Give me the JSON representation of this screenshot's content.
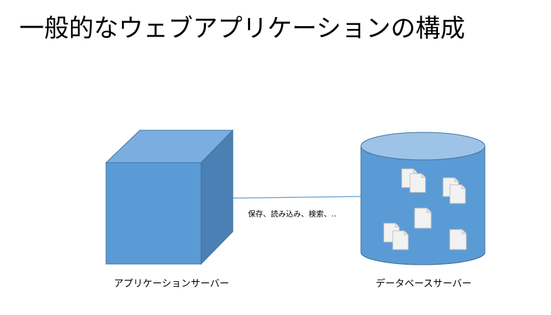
{
  "slide": {
    "title": "一般的なウェブアプリケーションの構成"
  },
  "diagram": {
    "application_server": {
      "label": "アプリケーションサーバー"
    },
    "database_server": {
      "label": "データベースサーバー"
    },
    "connection": {
      "label": "保存、読み込み、検索、‥"
    },
    "colors": {
      "cube_front": "#5b9bd5",
      "cube_top": "#7aaee0",
      "cube_side": "#4a80b4",
      "cylinder_body": "#5b9bd5",
      "cylinder_top": "#9dc3e6",
      "outline": "#41719c",
      "document_fill": "#f2f2f2",
      "document_stroke": "#bfbfbf",
      "line": "#5b9bd5"
    }
  }
}
